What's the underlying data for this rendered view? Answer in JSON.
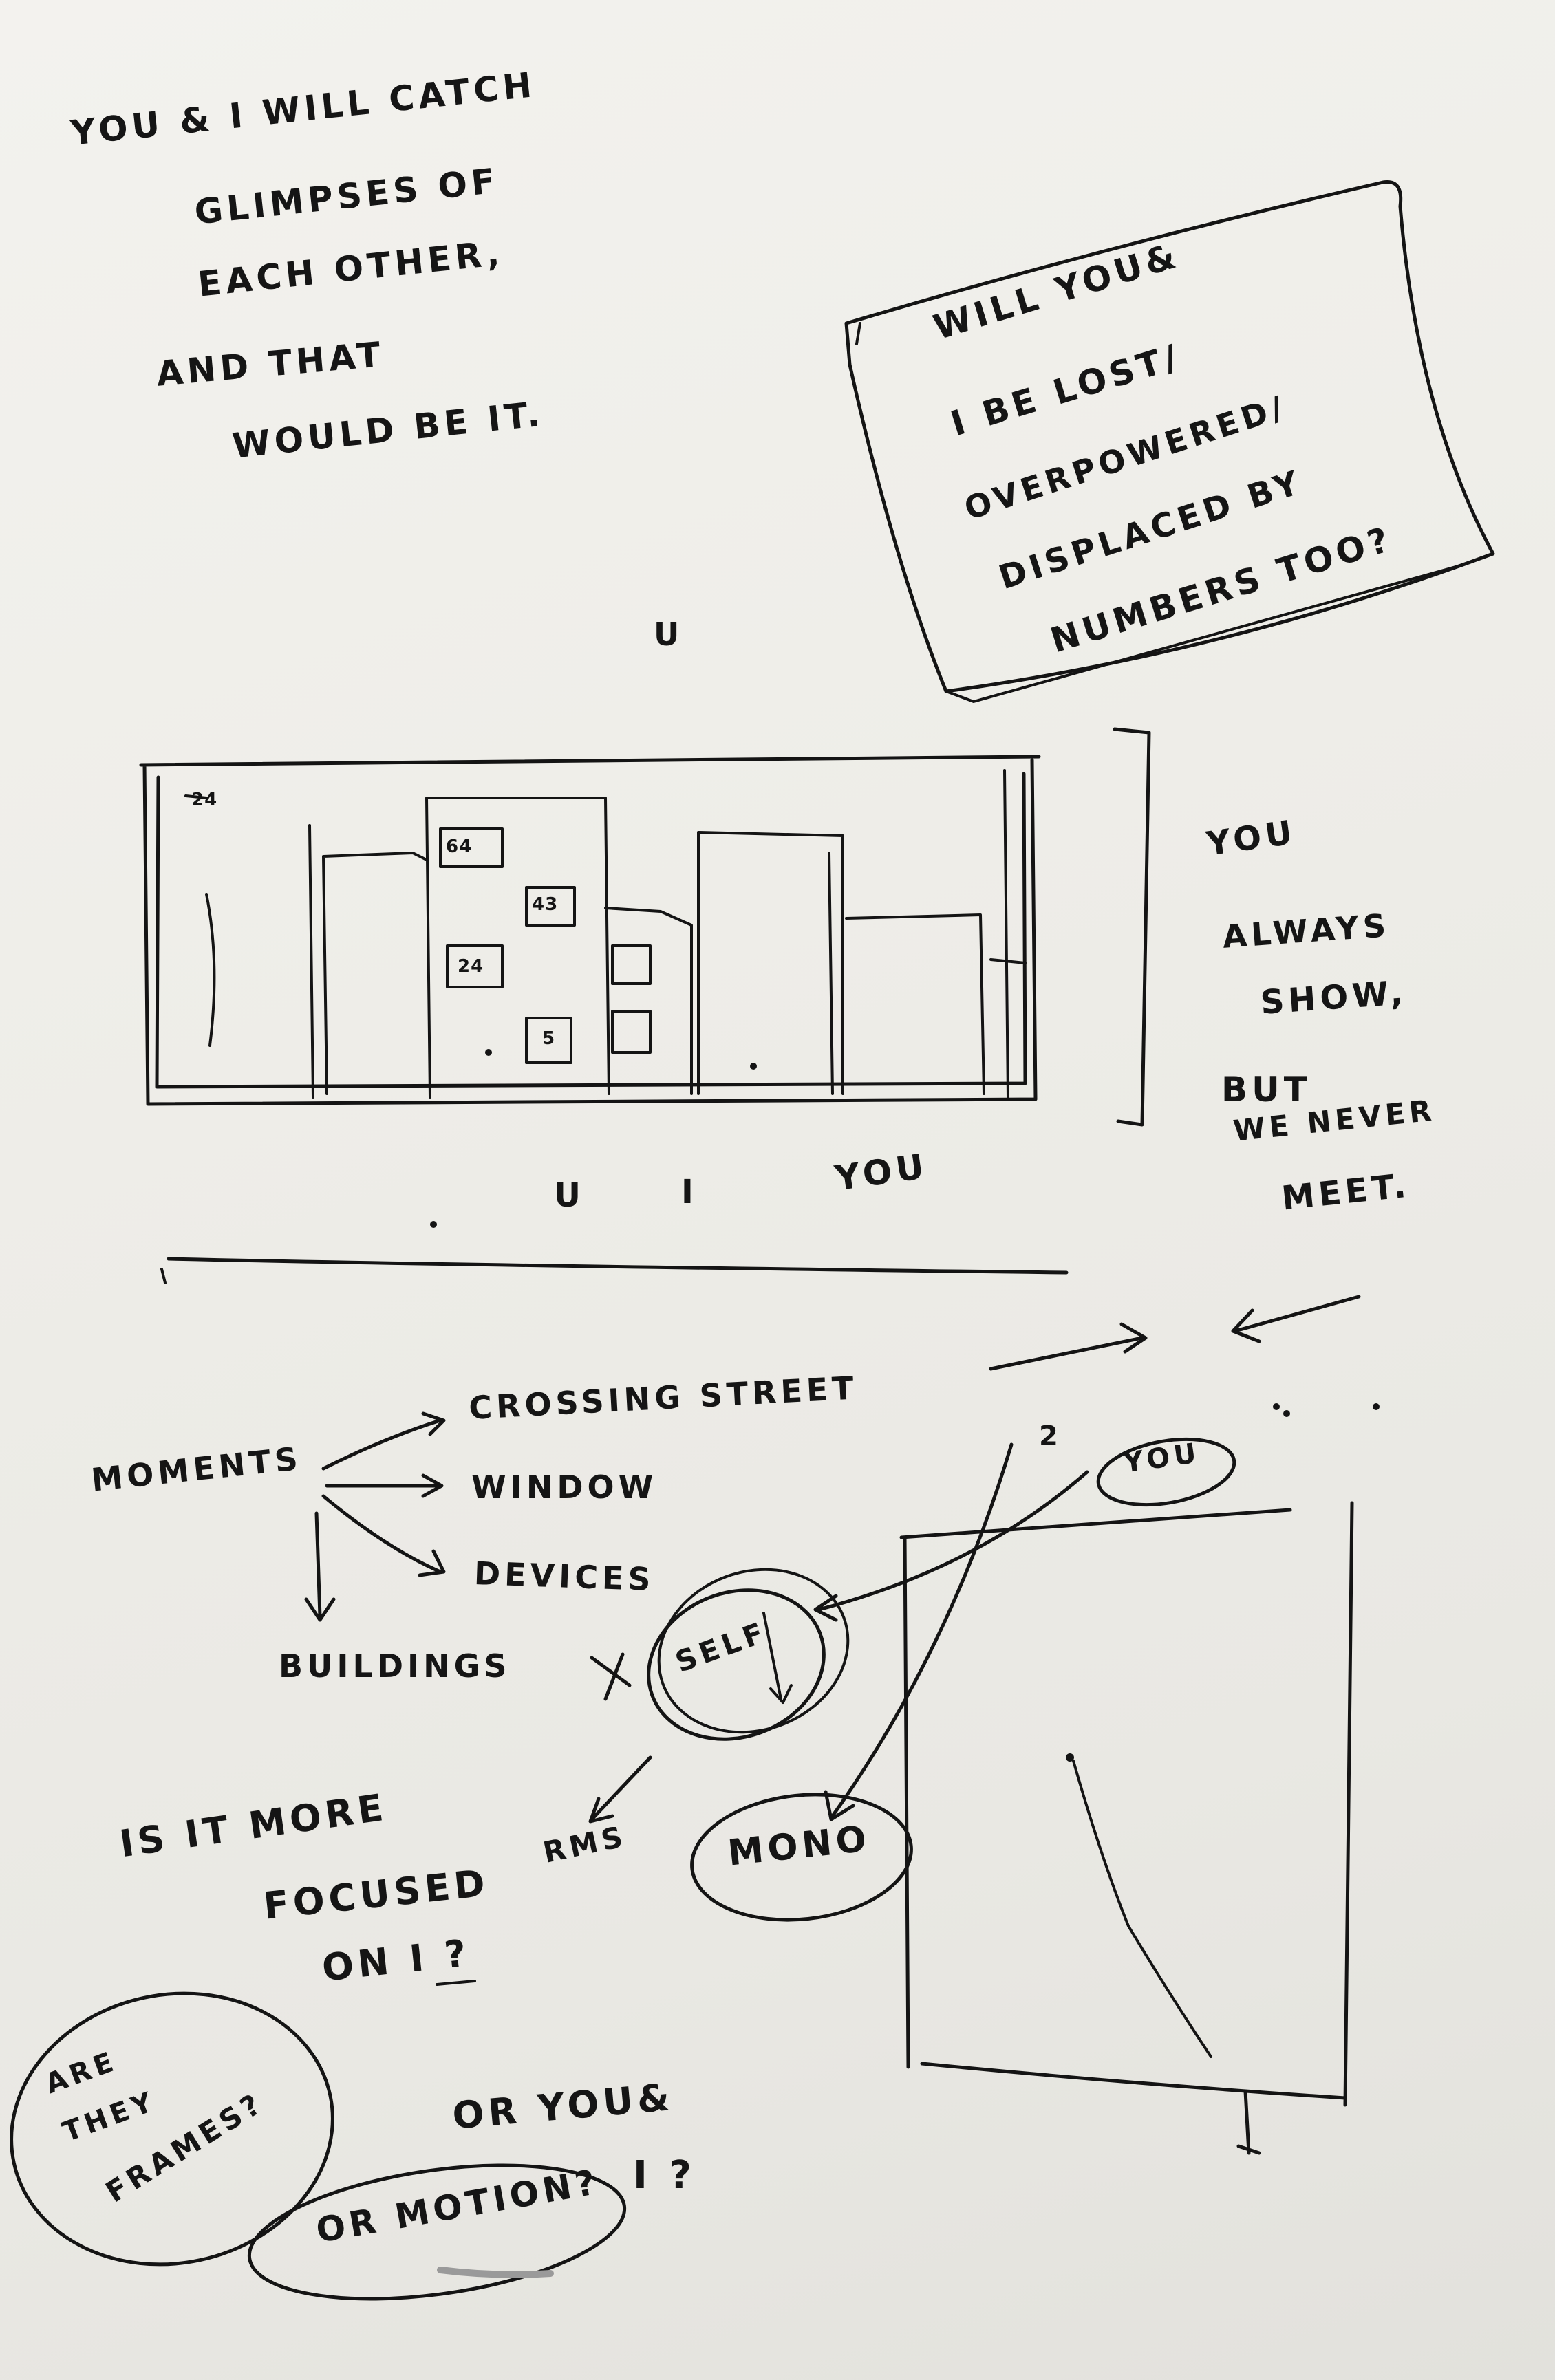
{
  "top_note": {
    "line1": "YOU & I WILL CATCH",
    "line2": "GLIMPSES OF",
    "line3": "EACH OTHER,",
    "line4": "AND THAT",
    "line5": "WOULD BE IT."
  },
  "box_note": {
    "line1": "WILL YOU&",
    "line2": "I BE LOST/",
    "line3": "OVERPOWERED/",
    "line4": "DISPLACED BY",
    "line5": "NUMBERS TOO?"
  },
  "u_mark": "U",
  "building_sketch": {
    "window_labels": [
      "24",
      "64",
      "43",
      "24",
      "5"
    ],
    "below_u": "U",
    "below_i": "I",
    "below_you": "YOU"
  },
  "side_note": {
    "line1": "YOU",
    "line2": "ALWAYS",
    "line3": "SHOW,",
    "line4": "BUT",
    "line5": "WE NEVER",
    "line6": "MEET."
  },
  "mindmap": {
    "root": "MOMENTS",
    "branches": [
      "CROSSING STREET",
      "WINDOW",
      "DEVICES",
      "BUILDINGS"
    ]
  },
  "lower_notes": {
    "number_mark": "2",
    "you_bubble": "YOU",
    "self_bubble": "SELF",
    "rms": "RMS",
    "mono": "MONO",
    "question_line1": "IS IT MORE",
    "question_line2": "FOCUSED",
    "question_line3": "ON I ?",
    "frames_line1": "ARE",
    "frames_line2": "THEY",
    "frames_line3": "FRAMES?",
    "or_you_i": "OR YOU&",
    "i_q": "I ?",
    "or_motion": "OR MOTION?"
  }
}
